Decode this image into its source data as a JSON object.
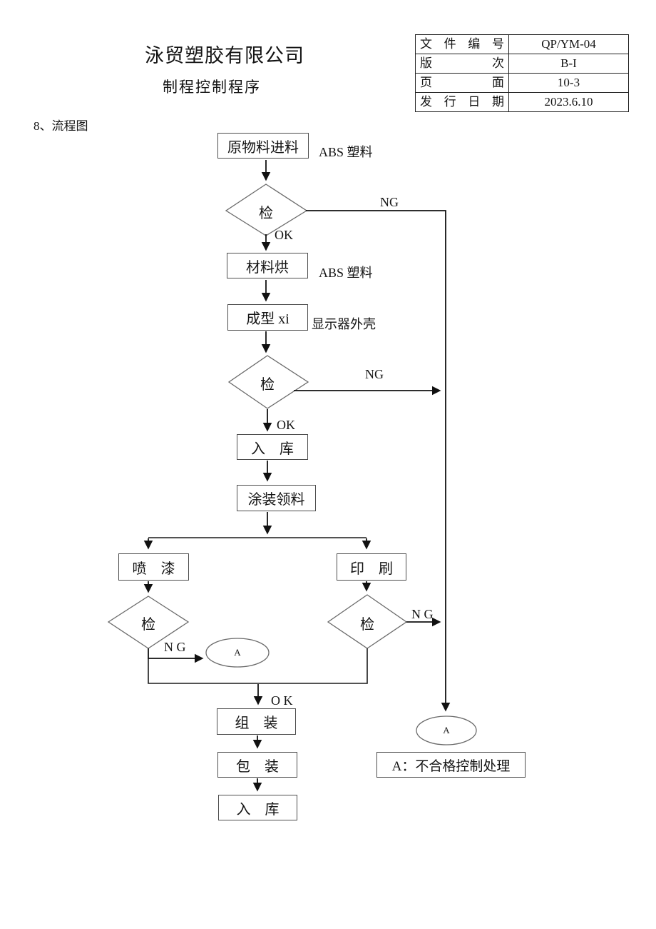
{
  "page": {
    "company_name": "泳贸塑胶有限公司",
    "document_title": "制程控制程序",
    "section_heading": "8、流程图"
  },
  "doc_info_table": {
    "rows": [
      {
        "label": "文件编号",
        "value": "QP/YM-04"
      },
      {
        "label": "版次",
        "value": "B-I"
      },
      {
        "label": "页面",
        "value": "10-3"
      },
      {
        "label": "发行日期",
        "value": "2023.6.10"
      }
    ]
  },
  "flowchart": {
    "nodes": {
      "raw_material_in": "原物料进料",
      "inspect_1": "检",
      "material_drying": "材料烘",
      "molding": "成型 xi",
      "inspect_2": "检",
      "warehouse_in_1": "入　库",
      "painting_pickup": "涂装领料",
      "spray_paint": "喷　漆",
      "printing": "印　刷",
      "inspect_spray": "检",
      "inspect_print": "检",
      "assembly": "组　装",
      "packaging": "包　装",
      "warehouse_in_2": "入　库",
      "offpage_a_mid": "A",
      "offpage_a_right": "A"
    },
    "annotations": {
      "abs_plastic_top": "ABS 塑料",
      "abs_plastic_drying": "ABS 塑料",
      "monitor_shell": "显示器外壳",
      "ng_top": "NG",
      "ng_mid": "NG",
      "ng_spray": "N G",
      "ng_print": "N G",
      "ok_top": "OK",
      "ok_mid": "OK",
      "ok_bottom": "O K"
    },
    "legend": "A：不合格控制处理"
  }
}
